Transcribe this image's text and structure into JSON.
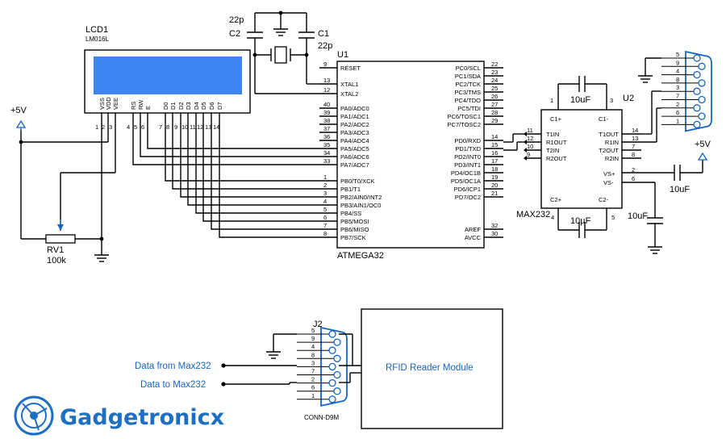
{
  "lcd": {
    "ref": "LCD1",
    "part": "LM016L",
    "pins": [
      "VSS",
      "VDD",
      "VEE",
      "RS",
      "RW",
      "E",
      "D0",
      "D1",
      "D2",
      "D3",
      "D4",
      "D5",
      "D6",
      "D7"
    ],
    "nums": [
      "1",
      "2",
      "3",
      "4",
      "5",
      "6",
      "7",
      "8",
      "9",
      "10",
      "11",
      "12",
      "13",
      "14"
    ]
  },
  "rv1": {
    "ref": "RV1",
    "value": "100k"
  },
  "vcc1": "+5V",
  "vcc2": "+5V",
  "c1": {
    "ref": "C1",
    "value": "22p"
  },
  "c2": {
    "ref": "C2",
    "value": "22p"
  },
  "u1": {
    "ref": "U1",
    "part": "ATMEGA32",
    "left": [
      {
        "n": "9",
        "name": "RESET"
      },
      {
        "n": "13",
        "name": "XTAL1"
      },
      {
        "n": "12",
        "name": "XTAL2"
      },
      {
        "n": "40",
        "name": "PA0/ADC0"
      },
      {
        "n": "39",
        "name": "PA1/ADC1"
      },
      {
        "n": "38",
        "name": "PA2/ADC2"
      },
      {
        "n": "37",
        "name": "PA3/ADC3"
      },
      {
        "n": "36",
        "name": "PA4/ADC4"
      },
      {
        "n": "35",
        "name": "PA5/ADC5"
      },
      {
        "n": "34",
        "name": "PA6/ADC6"
      },
      {
        "n": "33",
        "name": "PA7/ADC7"
      },
      {
        "n": "1",
        "name": "PB0/T0/XCK"
      },
      {
        "n": "2",
        "name": "PB1/T1"
      },
      {
        "n": "3",
        "name": "PB2/AIN0/INT2"
      },
      {
        "n": "4",
        "name": "PB3/AIN1/OC0"
      },
      {
        "n": "5",
        "name": "PB4/SS"
      },
      {
        "n": "6",
        "name": "PB5/MOSI"
      },
      {
        "n": "7",
        "name": "PB6/MISO"
      },
      {
        "n": "8",
        "name": "PB7/SCK"
      }
    ],
    "right": [
      {
        "n": "22",
        "name": "PC0/SCL"
      },
      {
        "n": "23",
        "name": "PC1/SDA"
      },
      {
        "n": "24",
        "name": "PC2/TCK"
      },
      {
        "n": "25",
        "name": "PC3/TMS"
      },
      {
        "n": "26",
        "name": "PC4/TDO"
      },
      {
        "n": "27",
        "name": "PC5/TDI"
      },
      {
        "n": "28",
        "name": "PC6/TOSC1"
      },
      {
        "n": "29",
        "name": "PC7/TOSC2"
      },
      {
        "n": "14",
        "name": "PD0/RXD"
      },
      {
        "n": "15",
        "name": "PD1/TXD"
      },
      {
        "n": "16",
        "name": "PD2/INT0"
      },
      {
        "n": "17",
        "name": "PD3/INT1"
      },
      {
        "n": "18",
        "name": "PD4/OC1B"
      },
      {
        "n": "19",
        "name": "PD5/OC1A"
      },
      {
        "n": "20",
        "name": "PD6/ICP1"
      },
      {
        "n": "21",
        "name": "PD7/OC2"
      },
      {
        "n": "32",
        "name": "AREF"
      },
      {
        "n": "30",
        "name": "AVCC"
      }
    ]
  },
  "u2": {
    "ref": "U2",
    "part": "MAX232",
    "left": [
      {
        "n": "11",
        "name": "T1IN"
      },
      {
        "n": "12",
        "name": "R1OUT"
      },
      {
        "n": "10",
        "name": "T2IN"
      },
      {
        "n": "9",
        "name": "R2OUT"
      }
    ],
    "right": [
      {
        "n": "14",
        "name": "T1OUT"
      },
      {
        "n": "13",
        "name": "R1IN"
      },
      {
        "n": "7",
        "name": "T2OUT"
      },
      {
        "n": "8",
        "name": "R2IN"
      }
    ],
    "vsp": {
      "n": "2",
      "name": "VS+"
    },
    "vsm": {
      "n": "6",
      "name": "VS-"
    },
    "c1p": {
      "n": "1",
      "name": "C1+"
    },
    "c1m": {
      "n": "3",
      "name": "C1-"
    },
    "c2p": {
      "n": "4",
      "name": "C2+"
    },
    "c2m": {
      "n": "5",
      "name": "C2-"
    }
  },
  "cap_top": "10uF",
  "cap_bot": "10µF",
  "cap_vsp": "10uF",
  "cap_vsm": "10uF",
  "db9_top": {
    "pins": [
      "5",
      "9",
      "4",
      "8",
      "3",
      "7",
      "2",
      "6",
      "1"
    ]
  },
  "j2": {
    "ref": "J2",
    "part": "CONN-D9M",
    "pins": [
      "5",
      "9",
      "4",
      "8",
      "3",
      "7",
      "2",
      "6",
      "1"
    ]
  },
  "rfid": "RFID Reader Module",
  "data_from": "Data from Max232",
  "data_to": "Data to Max232",
  "logo_text": "Gadgetronicx"
}
